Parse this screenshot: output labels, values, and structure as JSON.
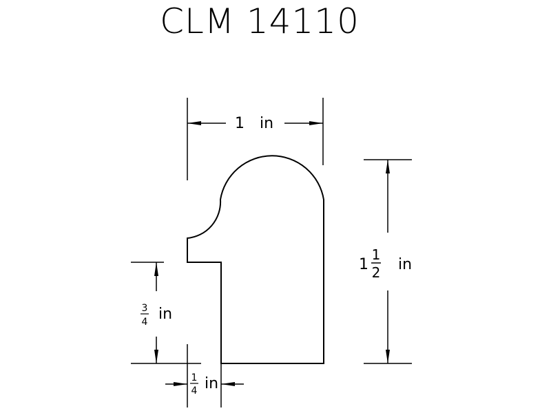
{
  "title": "CLM 14110",
  "colors": {
    "stroke": "#000000",
    "background": "#ffffff"
  },
  "dimensions": {
    "width": {
      "whole": "1",
      "unit": "in"
    },
    "height": {
      "whole": "1",
      "numerator": "1",
      "denominator": "2",
      "unit": "in"
    },
    "lower_step": {
      "numerator": "3",
      "denominator": "4",
      "unit": "in"
    },
    "rabbet": {
      "numerator": "1",
      "denominator": "4",
      "unit": "in"
    }
  }
}
